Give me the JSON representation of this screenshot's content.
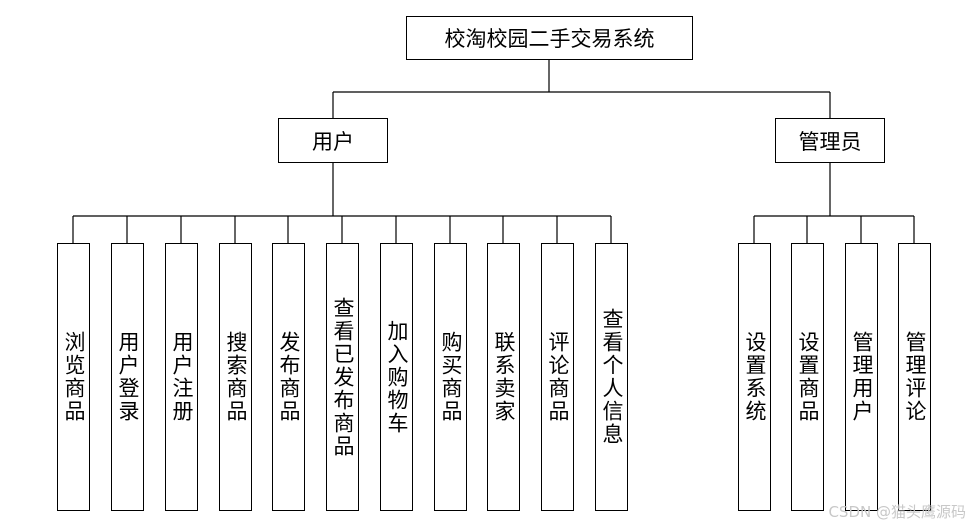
{
  "root": {
    "label": "校淘校园二手交易系统"
  },
  "groups": [
    {
      "label": "用户",
      "children": [
        "浏览商品",
        "用户登录",
        "用户注册",
        "搜索商品",
        "发布商品",
        "查看已发布商品",
        "加入购物车",
        "购买商品",
        "联系卖家",
        "评论商品",
        "查看个人信息"
      ]
    },
    {
      "label": "管理员",
      "children": [
        "设置系统",
        "设置商品",
        "管理用户",
        "管理评论"
      ]
    }
  ],
  "watermark": "CSDN @猫头鹰源码"
}
